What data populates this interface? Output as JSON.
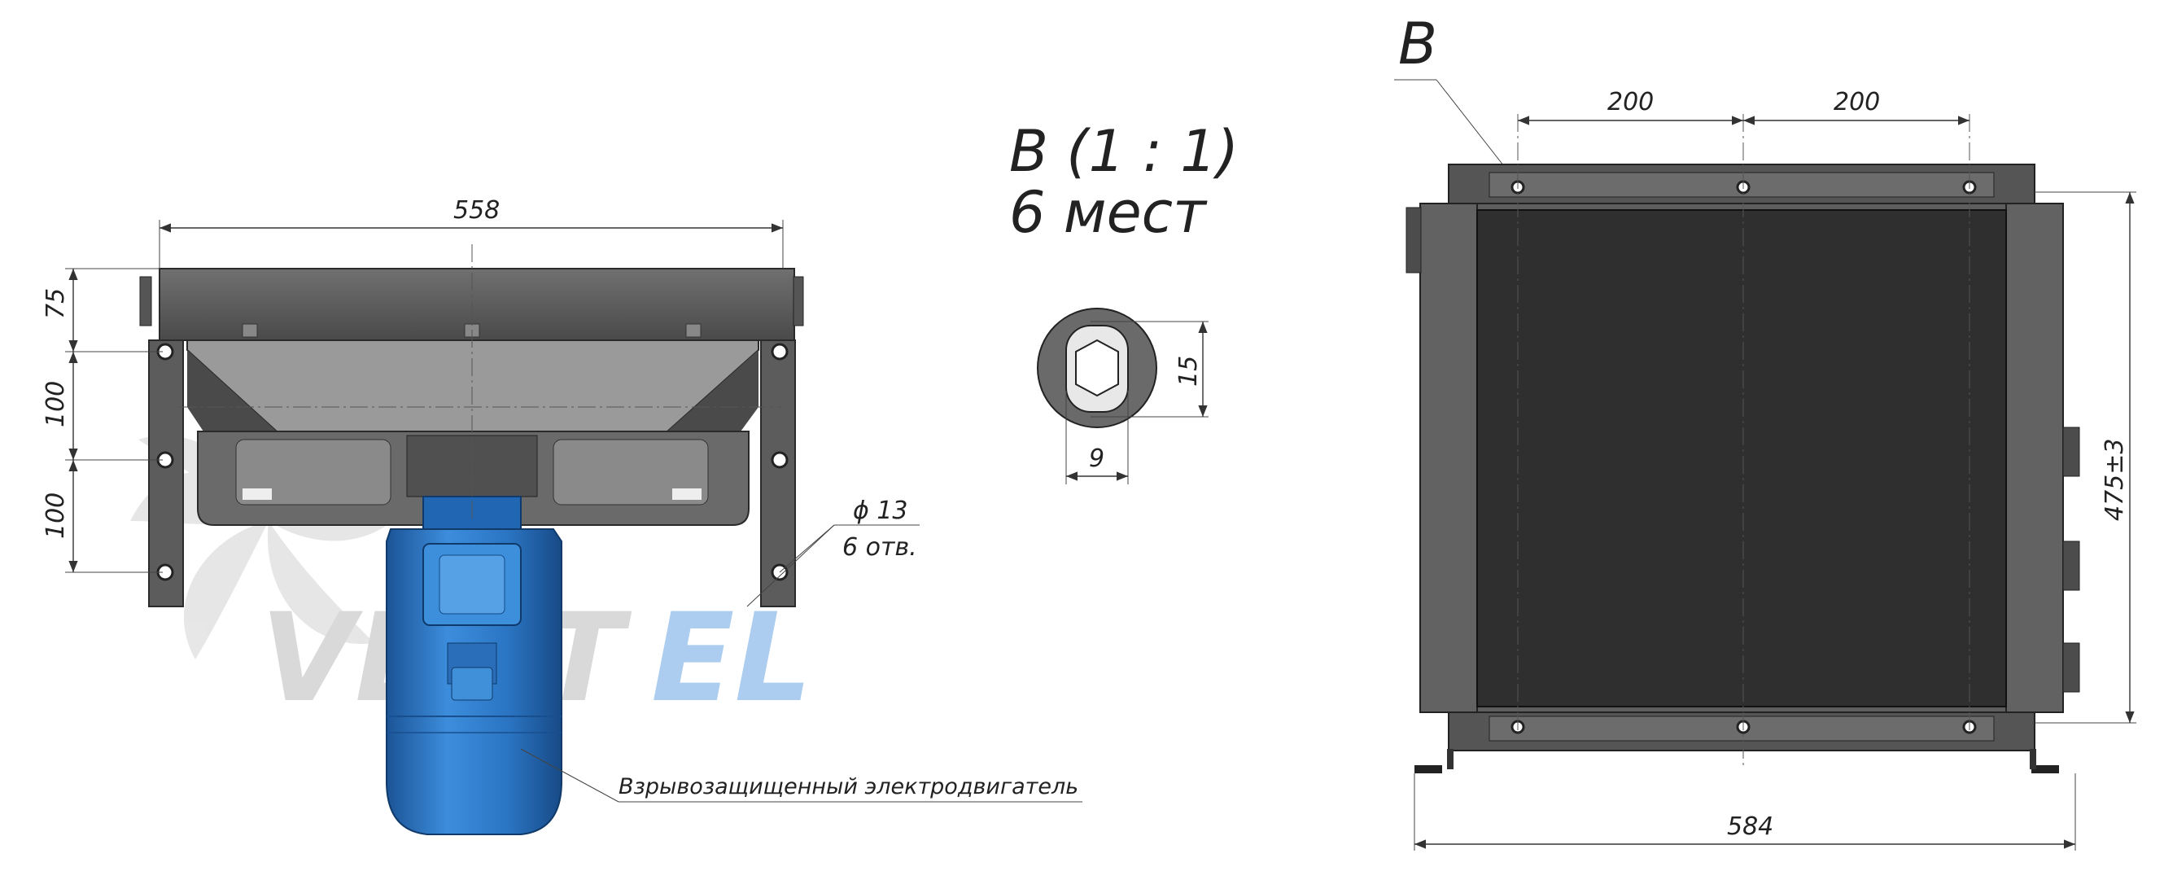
{
  "front_view": {
    "width_label": "558",
    "height_top_label": "75",
    "height_mid_label": "100",
    "height_bot_label": "100",
    "hole_diameter_label": "ϕ 13",
    "hole_count_label": "6 отв.",
    "motor_label": "Взрывозащищенный электродвигатель"
  },
  "detail": {
    "title": "В (1 : 1)",
    "subtitle": "6 мест",
    "slot_height_label": "15",
    "slot_width_label": "9"
  },
  "side_view": {
    "view_letter": "В",
    "spacing_left_label": "200",
    "spacing_right_label": "200",
    "height_label": "475±3",
    "width_label": "584"
  },
  "watermark": {
    "text_gray": "VENT",
    "text_blue": "EL"
  },
  "colors": {
    "frame": "#5a5a5a",
    "frame_dark": "#3a3a3a",
    "core": "#2e2e2e",
    "motor_blue": "#2f7fd0",
    "motor_blue_dark": "#1e5fa6",
    "watermark_gray": "#d7d7d7",
    "watermark_blue": "#9cc3ea"
  }
}
